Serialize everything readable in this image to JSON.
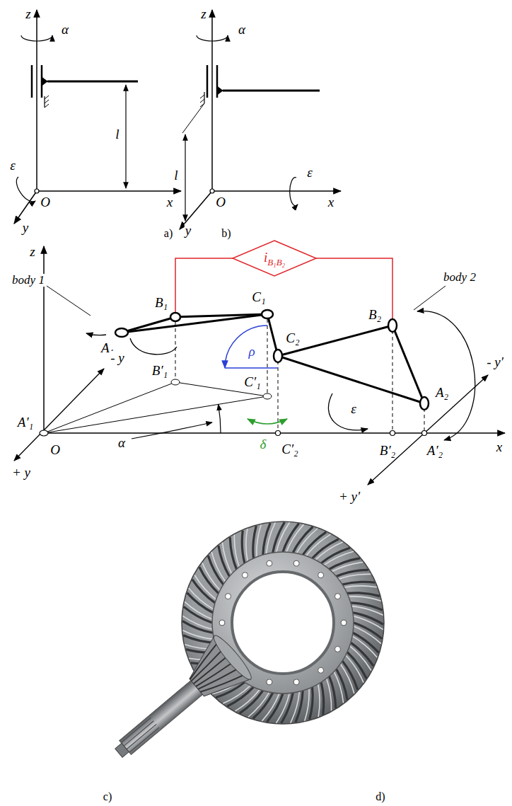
{
  "diagram": {
    "nodes": [
      {
        "text": [
          "i",
          "B₁B₂"
        ]
      }
    ],
    "labels": [
      "z",
      "α",
      "l",
      "ε",
      "O",
      "x",
      "y",
      "z",
      "α",
      "l",
      "ε",
      "O",
      "x",
      "y",
      "a)",
      "b)",
      "z",
      "body 1",
      "B₁",
      "C₁",
      "B₂",
      "body 2",
      "A₁",
      "ρ",
      "C₂",
      "- y",
      "B′₁",
      "C′₁",
      "A₂",
      "- y′",
      "A′₁",
      "ε",
      "O",
      "α",
      "δ",
      "C′₂",
      "B′₂",
      "A′₂",
      "x",
      "+ y",
      "+ y′",
      "c)",
      "d)"
    ]
  }
}
